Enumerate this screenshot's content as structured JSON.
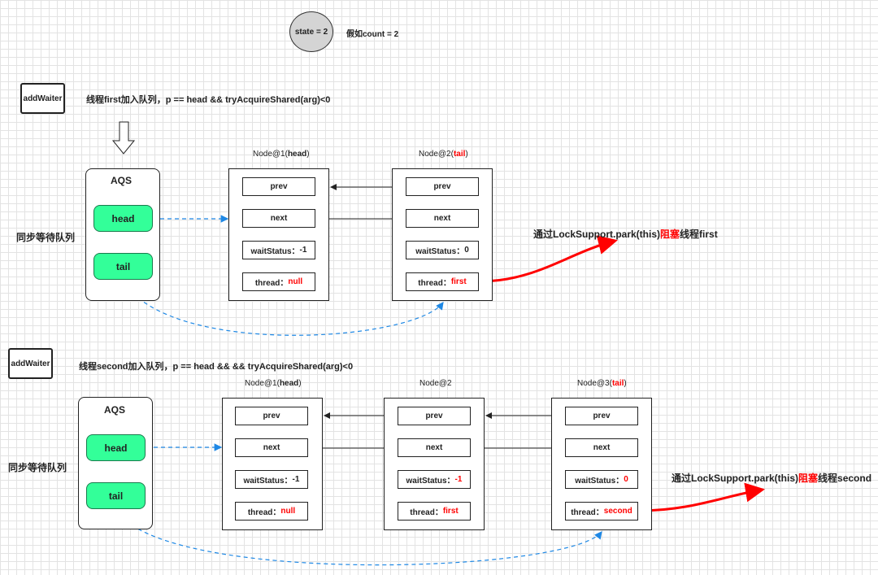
{
  "state_circle": "state = 2",
  "count_note": "假如count = 2",
  "section1": {
    "button": "addWaiter",
    "description": "线程first加入队列，p == head && tryAcquireShared(arg)<0",
    "aqs_title": "AQS",
    "head_label": "head",
    "tail_label": "tail",
    "queue_label": "同步等待队列",
    "node1": {
      "title_prefix": "Node@1(",
      "title_bold": "head",
      "title_suffix": ")",
      "prev": "prev",
      "next": "next",
      "wait_label": "waitStatus：",
      "wait_value": "-1",
      "thread_label": "thread：",
      "thread_value": "null"
    },
    "node2": {
      "title_prefix": "Node@2(",
      "title_red": "tail",
      "title_suffix": ")",
      "prev": "prev",
      "next": "next",
      "wait_label": "waitStatus：",
      "wait_value": "0",
      "thread_label": "thread：",
      "thread_value": "first"
    },
    "park_prefix": "通过LockSupport.park(this)",
    "park_red": "阻塞",
    "park_suffix": "线程first"
  },
  "section2": {
    "button": "addWaiter",
    "description": "线程second加入队列，p == head && && tryAcquireShared(arg)<0",
    "aqs_title": "AQS",
    "head_label": "head",
    "tail_label": "tail",
    "queue_label": "同步等待队列",
    "node1": {
      "title_prefix": "Node@1(",
      "title_bold": "head",
      "title_suffix": ")",
      "prev": "prev",
      "next": "next",
      "wait_label": "waitStatus：",
      "wait_value": "-1",
      "thread_label": "thread：",
      "thread_value": "null"
    },
    "node2": {
      "title": "Node@2",
      "prev": "prev",
      "next": "next",
      "wait_label": "waitStatus：",
      "wait_value": "-1",
      "thread_label": "thread：",
      "thread_value": "first"
    },
    "node3": {
      "title_prefix": "Node@3(",
      "title_red": "tail",
      "title_suffix": ")",
      "prev": "prev",
      "next": "next",
      "wait_label": "waitStatus：",
      "wait_value": "0",
      "thread_label": "thread：",
      "thread_value": "second"
    },
    "park_prefix": "通过LockSupport.park(this)",
    "park_red": "阻塞",
    "park_suffix": "线程second"
  },
  "colors": {
    "green_fill": "#33ff99",
    "accent_red": "#ff0000",
    "dashed_blue": "#1e88e5",
    "grid": "#e3e3e3"
  }
}
